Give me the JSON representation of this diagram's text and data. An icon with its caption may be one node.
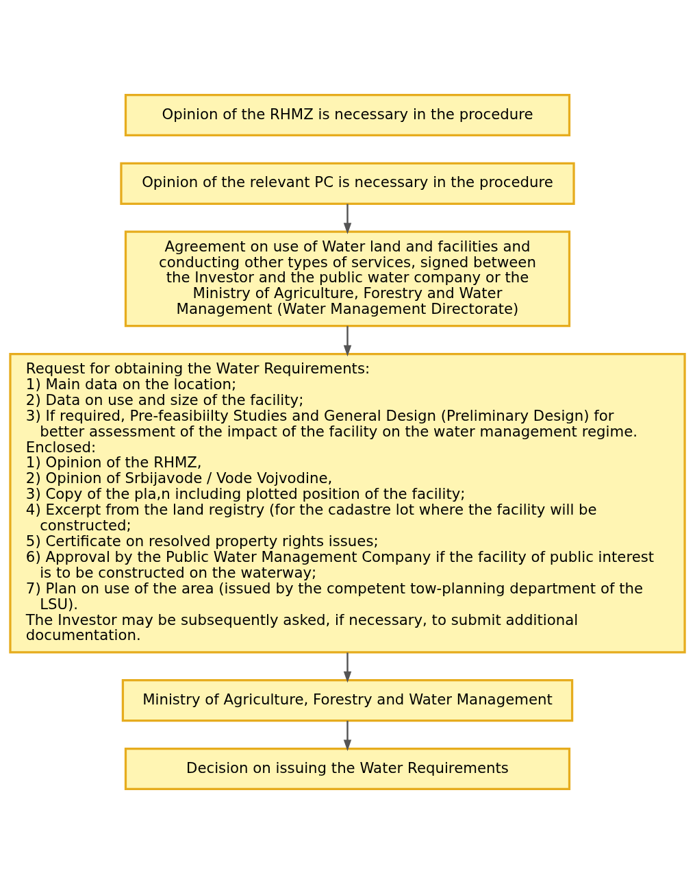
{
  "diagram": {
    "nodes": [
      {
        "text": [
          "Opinion of the RHMZ is necessary in the procedure"
        ]
      },
      {
        "text": [
          "Opinion of the relevant PC is necessary in the procedure"
        ]
      },
      {
        "text": [
          "Agreement on use of Water land and facilities and conducting other types of services, signed between the Investor and the public water company or the Ministry of Agriculture, Forestry and Water Management (Water Management Directorate)"
        ]
      },
      {
        "text": [
          "Request for obtaining the Water Requirements:",
          "1) Main data on the location;",
          "2) Data on use and size of the facility;",
          "3) If required, Pre-feasibiilty Studies and General Design (Preliminary Design) for better assessment of the impact of the facility on the water management regime.",
          "Enclosed:",
          "1) Opinion of the RHMZ,",
          "2) Opinion of Srbijavode / Vode Vojvodine,",
          "3) Copy of the pla,n including plotted position of the facility;",
          "4) Excerpt from the land registry (for the cadastre lot where the facility will be constructed;",
          "5) Certificate on resolved property rights issues;",
          "6) Approval by the Public Water Management Company if the facility of public interest is to be constructed on the waterway;",
          "7) Plan on use of the area (issued by the competent tow-planning department of the LSU).",
          "The Investor may be subsequently asked, if necessary, to submit additional documentation."
        ]
      },
      {
        "text": [
          "Ministry of Agriculture, Forestry and Water Management"
        ]
      },
      {
        "text": [
          "Decision on issuing the Water Requirements"
        ]
      }
    ],
    "edges": [
      {
        "from": 1,
        "to": 2,
        "arrow": "to"
      },
      {
        "from": 2,
        "to": 3,
        "arrow": "to"
      },
      {
        "from": 3,
        "to": 4,
        "arrow": "to"
      },
      {
        "from": 4,
        "to": 5,
        "arrow": "to"
      }
    ]
  }
}
